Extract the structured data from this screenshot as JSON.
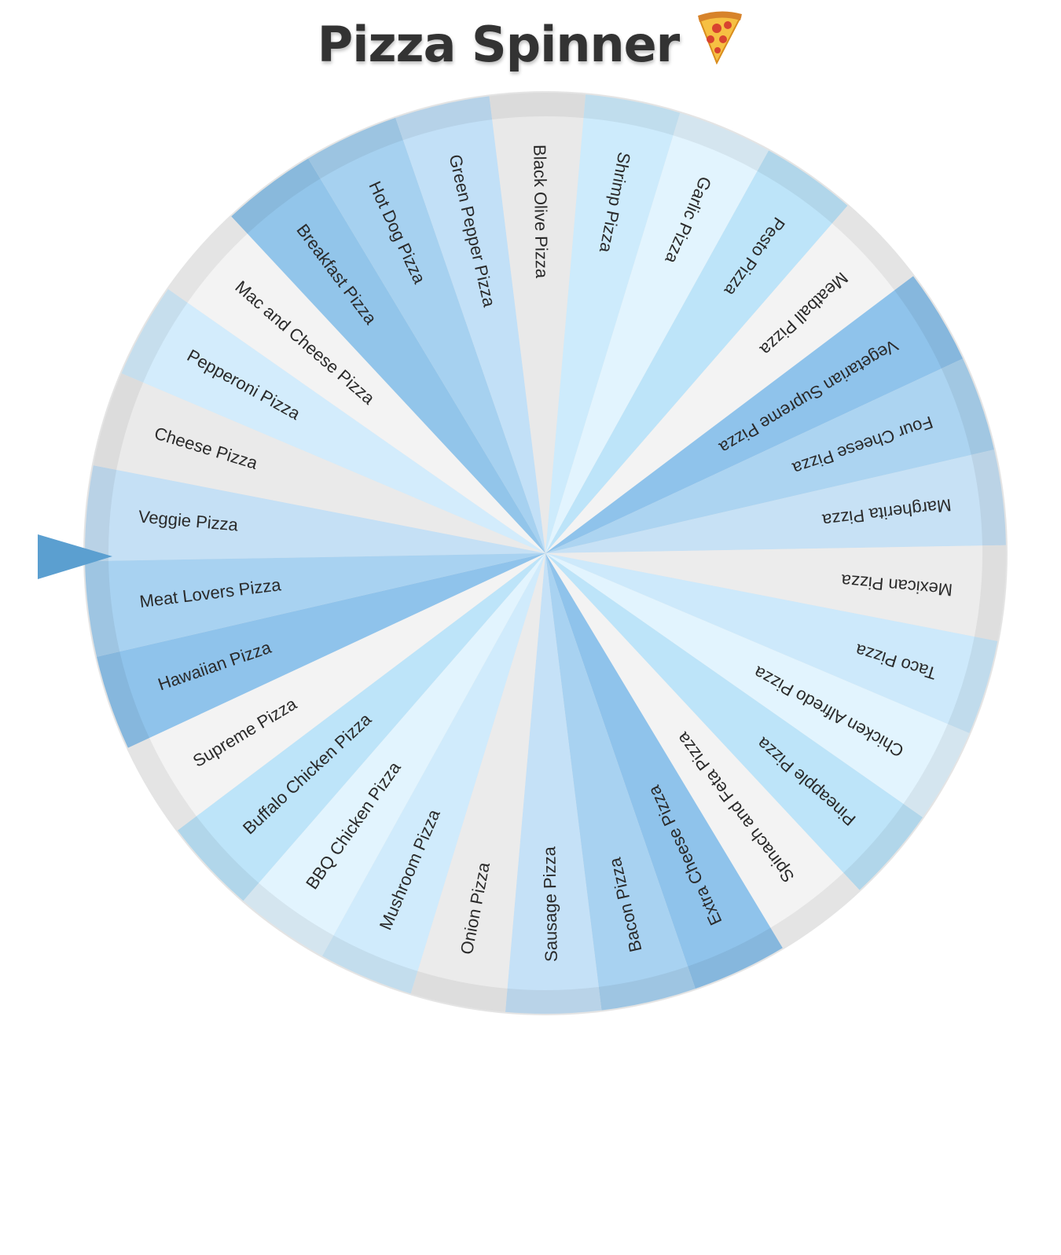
{
  "page": {
    "title": "Pizza Spinner",
    "title_icon": "pizza-slice-icon"
  },
  "wheel": {
    "selected_index": 0,
    "start_angle_deg": 179,
    "segments": [
      {
        "label": "Veggie Pizza",
        "color": "#c5e0f5"
      },
      {
        "label": "Cheese Pizza",
        "color": "#eaeaea"
      },
      {
        "label": "Pepperoni Pizza",
        "color": "#d3ecfc"
      },
      {
        "label": "Mac and Cheese Pizza",
        "color": "#f3f3f3"
      },
      {
        "label": "Breakfast Pizza",
        "color": "#92c5ea"
      },
      {
        "label": "Hot Dog Pizza",
        "color": "#a6d1f0"
      },
      {
        "label": "Green Pepper Pizza",
        "color": "#c2e0f7"
      },
      {
        "label": "Black Olive Pizza",
        "color": "#e9e9e9"
      },
      {
        "label": "Shrimp Pizza",
        "color": "#cdebfc"
      },
      {
        "label": "Garlic Pizza",
        "color": "#e2f4fe"
      },
      {
        "label": "Pesto Pizza",
        "color": "#bde4f9"
      },
      {
        "label": "Meatball Pizza",
        "color": "#f3f3f3"
      },
      {
        "label": "Vegetarian Supreme Pizza",
        "color": "#8fc3eb"
      },
      {
        "label": "Four Cheese Pizza",
        "color": "#acd4f1"
      },
      {
        "label": "Margherita Pizza",
        "color": "#c7e1f5"
      },
      {
        "label": "Mexican Pizza",
        "color": "#ececec"
      },
      {
        "label": "Taco Pizza",
        "color": "#cde9fb"
      },
      {
        "label": "Chicken Alfredo Pizza",
        "color": "#e2f4fe"
      },
      {
        "label": "Pineapple Pizza",
        "color": "#bde4f9"
      },
      {
        "label": "Spinach and Feta Pizza",
        "color": "#f3f3f3"
      },
      {
        "label": "Extra Cheese Pizza",
        "color": "#8fc3eb"
      },
      {
        "label": "Bacon Pizza",
        "color": "#a8d2f1"
      },
      {
        "label": "Sausage Pizza",
        "color": "#c5e1f7"
      },
      {
        "label": "Onion Pizza",
        "color": "#ebebeb"
      },
      {
        "label": "Mushroom Pizza",
        "color": "#d0ebfc"
      },
      {
        "label": "BBQ Chicken Pizza",
        "color": "#e2f4fe"
      },
      {
        "label": "Buffalo Chicken Pizza",
        "color": "#bde4f9"
      },
      {
        "label": "Supreme Pizza",
        "color": "#f3f3f3"
      },
      {
        "label": "Hawaiian Pizza",
        "color": "#8fc3eb"
      },
      {
        "label": "Meat Lovers Pizza",
        "color": "#a8d2f1"
      }
    ]
  },
  "pointer": {
    "icon": "pointer-arrow-icon",
    "color": "#5b9fd0"
  }
}
